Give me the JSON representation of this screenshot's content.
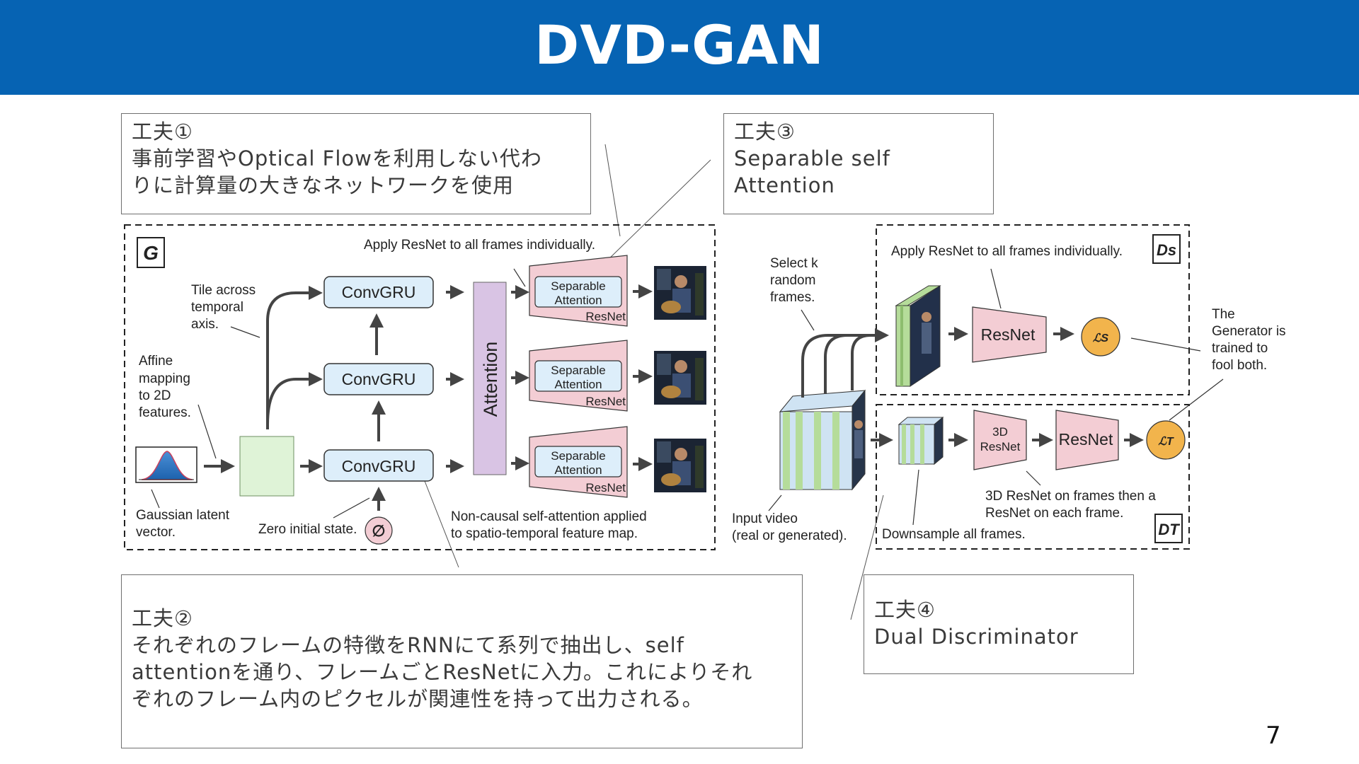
{
  "slide": {
    "title": "DVD-GAN",
    "page_number": "7"
  },
  "callouts": {
    "c1": {
      "heading": "工夫①",
      "lines": [
        "事前学習やOptical Flowを利用しない代わ",
        "りに計算量の大きなネットワークを使用"
      ]
    },
    "c2": {
      "heading": "工夫②",
      "lines": [
        "それぞれのフレームの特徴をRNNにて系列で抽出し、self",
        "attentionを通り、フレームごとResNetに入力。これによりそれ",
        "ぞれのフレーム内のピクセルが関連性を持って出力される。"
      ]
    },
    "c3": {
      "heading": "工夫③",
      "lines": [
        "Separable self",
        "Attention"
      ]
    },
    "c4": {
      "heading": "工夫④",
      "lines": [
        "Dual Discriminator"
      ]
    }
  },
  "generator": {
    "symbol": "G",
    "top_note": "Apply ResNet to all frames individually.",
    "tile_note": [
      "Tile across",
      "temporal",
      "axis."
    ],
    "affine_note": [
      "Affine",
      "mapping",
      "to 2D",
      "features."
    ],
    "gaussian_note": [
      "Gaussian latent",
      "vector."
    ],
    "zero_note": "Zero initial state.",
    "zero_symbol": "∅",
    "convgru_label": "ConvGRU",
    "attention_label": "Attention",
    "sep_attn_lines": [
      "Separable",
      "Attention"
    ],
    "resnet_label": "ResNet",
    "noncausal_note": [
      "Non-causal self-attention applied",
      "to spatio-temporal feature map."
    ]
  },
  "discriminator": {
    "ds_symbol": "Ds",
    "dt_symbol": "DT",
    "top_note": "Apply ResNet to all frames individually.",
    "select_note": [
      "Select k",
      "random",
      "frames."
    ],
    "resnet_label": "ResNet",
    "resnet3d_lines": [
      "3D",
      "ResNet"
    ],
    "loss_s": "ℒS",
    "loss_t": "ℒT",
    "generator_note": [
      "The",
      "Generator is",
      "trained to",
      "fool both."
    ],
    "input_note": [
      "Input video",
      "(real or generated)."
    ],
    "downsample_note": "Downsample all frames.",
    "resnet3d_note": [
      "3D ResNet on frames then a",
      "ResNet on each frame."
    ]
  },
  "colors": {
    "header_bg": "#0663b3",
    "convgru_fill": "#ddeefa",
    "attention_fill": "#d9c4e4",
    "resnet_fill": "#f3cdd4",
    "feature_fill": "#dff3d7",
    "loss_fill": "#f2b44c",
    "frame_green": "#b5dc9a",
    "frame_blue": "#cfe3f3"
  }
}
